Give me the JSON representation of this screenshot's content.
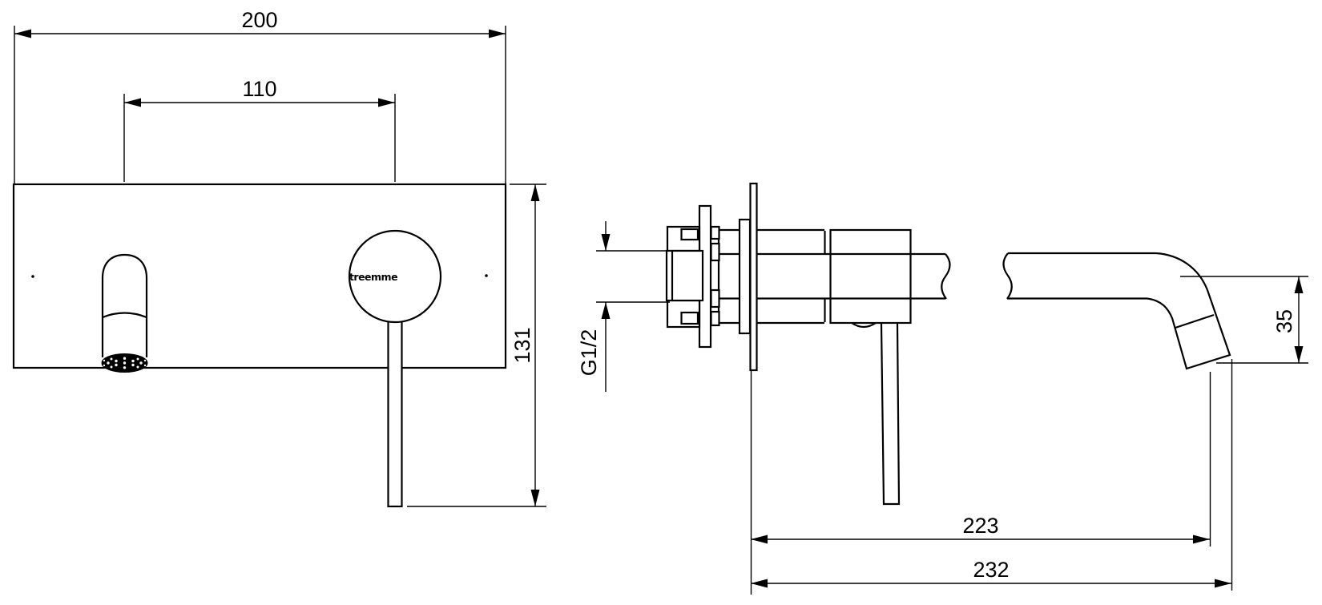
{
  "drawing": {
    "brand_logo": "treemme",
    "dimensions": {
      "plate_width": "200",
      "spout_to_handle_spacing": "110",
      "plate_to_lever_height": "131",
      "inlet_thread": "G1/2",
      "spout_end_drop": "35",
      "spout_projection": "223",
      "overall_projection": "232"
    }
  }
}
